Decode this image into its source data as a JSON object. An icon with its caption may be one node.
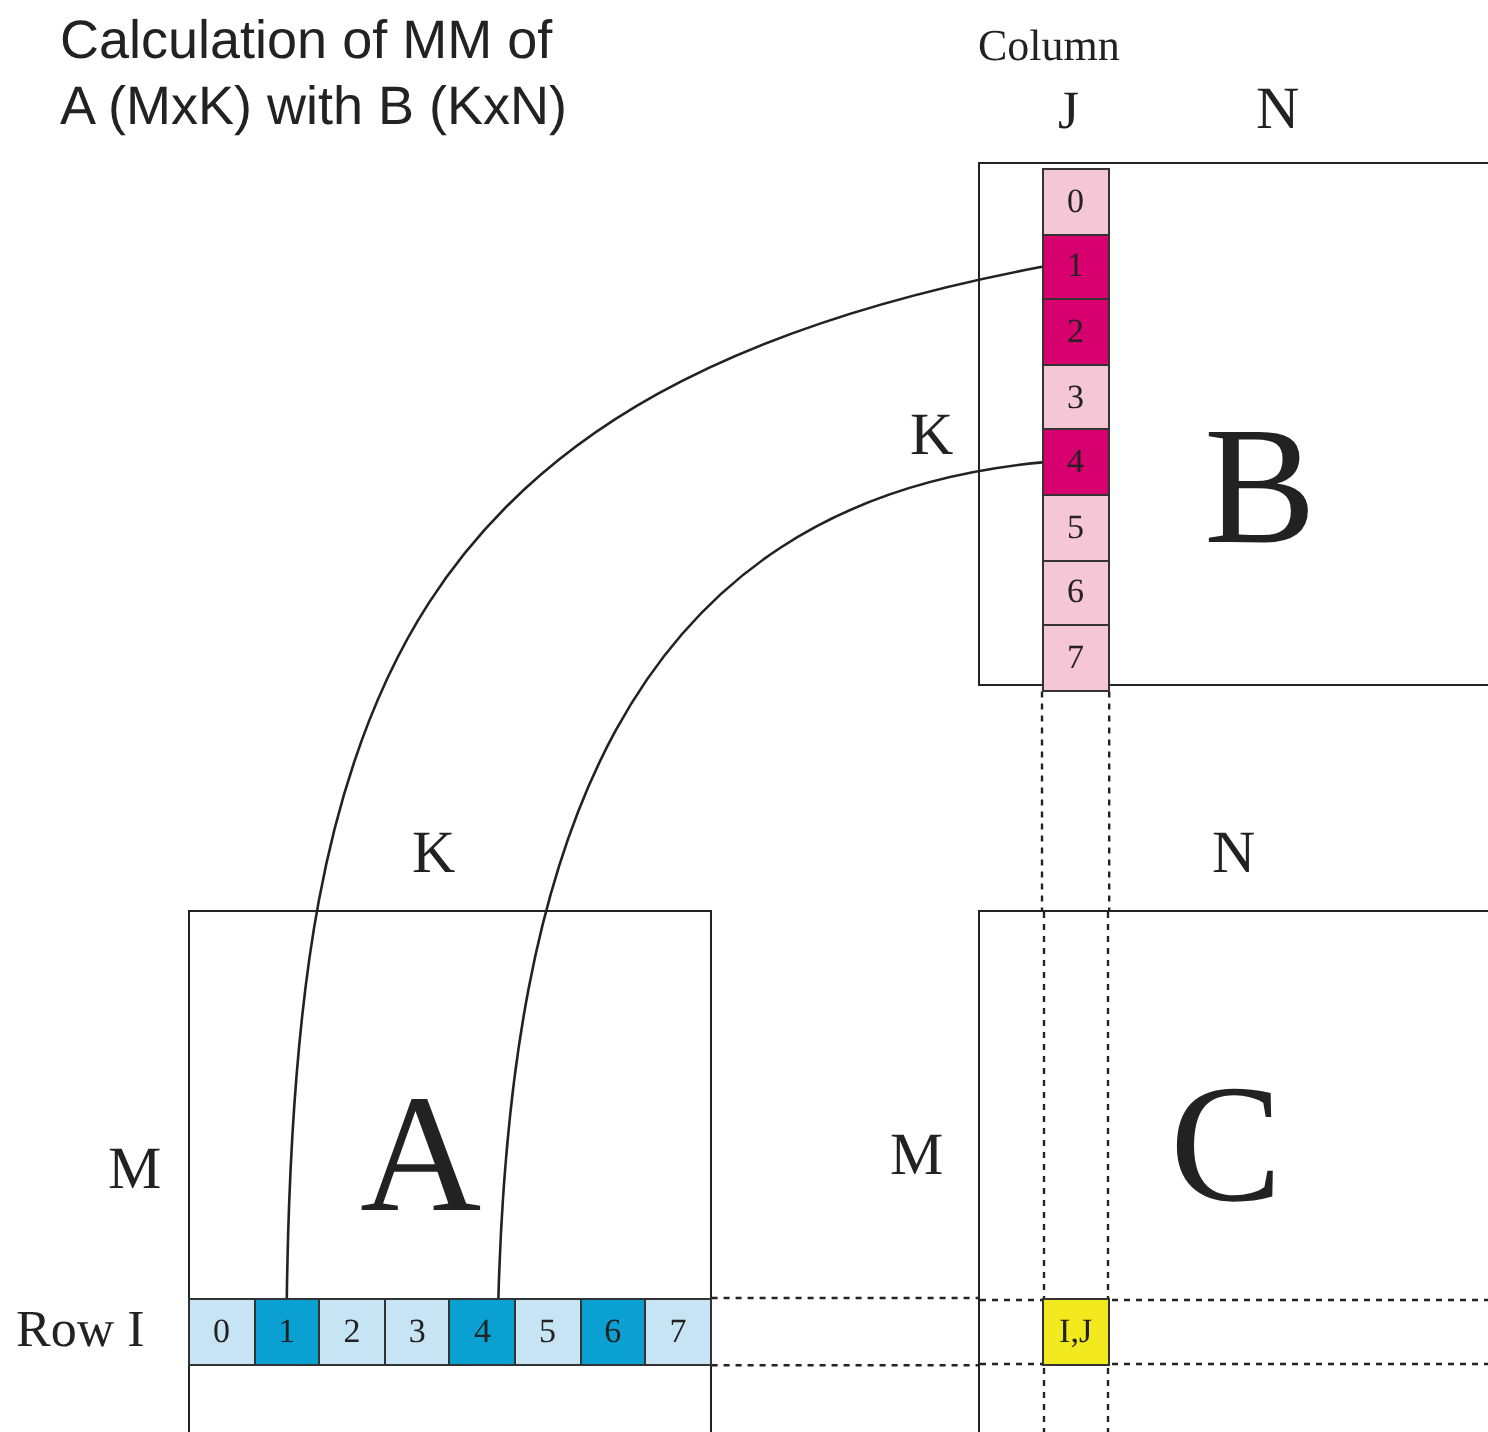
{
  "diagram": {
    "title": "Calculation of MM of A (MxK) with B (KxN)",
    "nodes": [
      {
        "text": [
          "B"
        ],
        "beside": [
          "N",
          "K"
        ]
      },
      {
        "text": [
          "0"
        ],
        "in": 0
      },
      {
        "text": [
          "1"
        ],
        "in": 0
      },
      {
        "text": [
          "2"
        ],
        "in": 0
      },
      {
        "text": [
          "3"
        ],
        "in": 0
      },
      {
        "text": [
          "4"
        ],
        "in": 0
      },
      {
        "text": [
          "5"
        ],
        "in": 0
      },
      {
        "text": [
          "6"
        ],
        "in": 0
      },
      {
        "text": [
          "7"
        ],
        "in": 0
      },
      {
        "text": [
          "A"
        ],
        "beside": [
          "K",
          "M"
        ]
      },
      {
        "text": [
          "0"
        ],
        "in": 9
      },
      {
        "text": [
          "1"
        ],
        "in": 9
      },
      {
        "text": [
          "2"
        ],
        "in": 9
      },
      {
        "text": [
          "3"
        ],
        "in": 9
      },
      {
        "text": [
          "4"
        ],
        "in": 9
      },
      {
        "text": [
          "5"
        ],
        "in": 9
      },
      {
        "text": [
          "6"
        ],
        "in": 9
      },
      {
        "text": [
          "7"
        ],
        "in": 9
      },
      {
        "text": [
          "C"
        ],
        "beside": [
          "N",
          "M"
        ]
      },
      {
        "text": [
          "I,J"
        ],
        "in": 18
      }
    ],
    "edges": [
      {
        "from": 11,
        "to": 2,
        "arrow": "none"
      },
      {
        "from": 14,
        "to": 5,
        "arrow": "none"
      },
      {
        "from": 8,
        "to": 18,
        "arrow": "none",
        "style": "dashed"
      },
      {
        "from": 8,
        "to": 18,
        "arrow": "none",
        "style": "dashed"
      },
      {
        "from": 17,
        "to": 18,
        "arrow": "none",
        "style": "dashed"
      },
      {
        "from": 17,
        "to": 18,
        "arrow": "none",
        "style": "dashed"
      }
    ],
    "labels": [
      "Column",
      "J",
      "Row I"
    ]
  }
}
